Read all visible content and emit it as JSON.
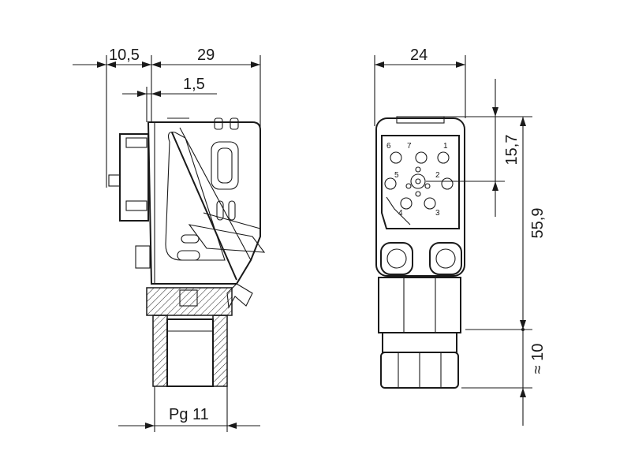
{
  "dimensions": {
    "side_view": {
      "offset": "10,5",
      "body_width": "29",
      "flange": "1,5",
      "thread": "Pg 11"
    },
    "front_view": {
      "width": "24",
      "insert_height": "15,7",
      "total_height": "55,9",
      "cable_length": "≈ 10"
    }
  },
  "contact_insert": {
    "pins": [
      "1",
      "2",
      "3",
      "4",
      "5",
      "6",
      "7"
    ]
  },
  "colors": {
    "line": "#1a1a1a",
    "background": "#ffffff"
  }
}
